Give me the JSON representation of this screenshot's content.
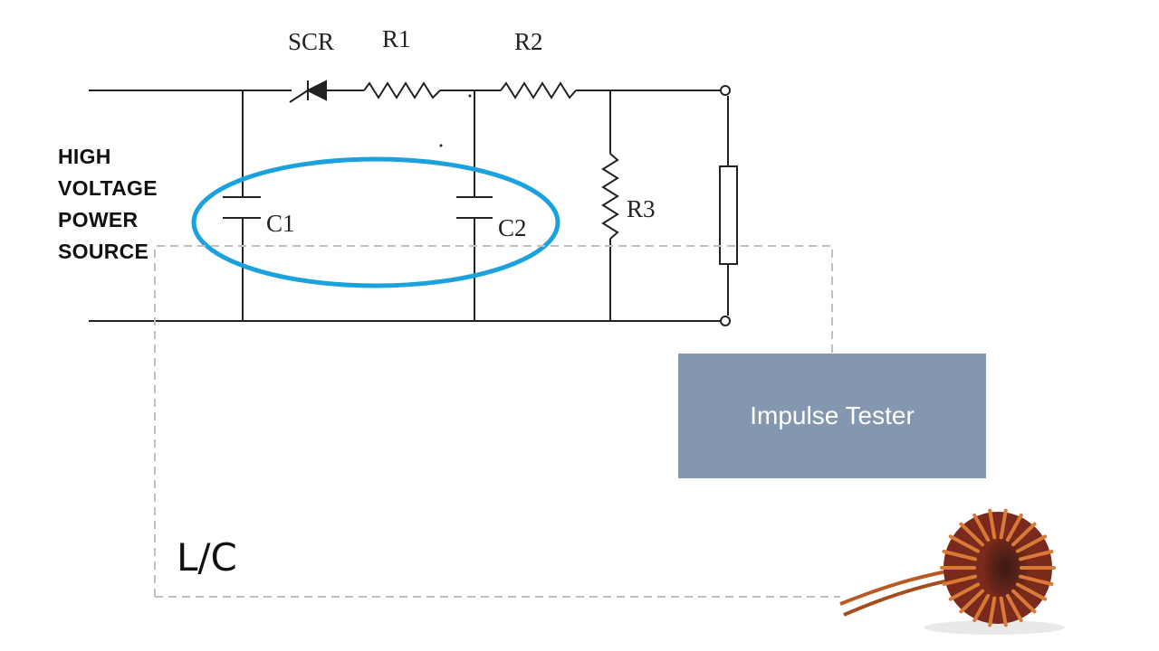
{
  "labels": {
    "scr": "SCR",
    "r1": "R1",
    "r2": "R2",
    "r3": "R3",
    "c1": "C1",
    "c2": "C2"
  },
  "source": {
    "lines": [
      "HIGH",
      "VOLTAGE",
      "POWER",
      "SOURCE"
    ]
  },
  "tester": {
    "label": "Impulse Tester",
    "color": "#8497b0"
  },
  "lc_label": "L/C",
  "colors": {
    "highlight_ellipse": "#1ba1dc",
    "dashed_border": "#bfbfbf",
    "wire": "#222222",
    "coil_copper": "#c8662a",
    "coil_core": "#7a2a1c"
  },
  "icons": {
    "component_image": "toroidal-inductor-icon"
  }
}
